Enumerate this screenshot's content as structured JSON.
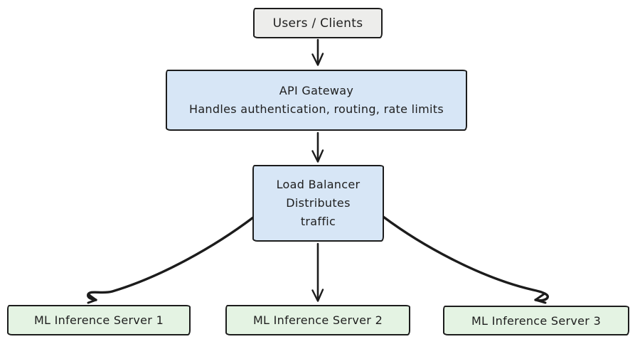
{
  "diagram": {
    "background": "#ffffff",
    "stroke_color": "#1c1c1c",
    "text_color": "#1e1e1e",
    "nodes": {
      "users": {
        "label": "Users / Clients",
        "fill": "#ededeb"
      },
      "gateway": {
        "title": "API Gateway",
        "subtitle": "Handles authentication, routing, rate limits",
        "fill": "#d7e6f6"
      },
      "load_balancer": {
        "title": "Load Balancer",
        "subtitle": "Distributes traffic",
        "fill": "#d7e6f6"
      },
      "server1": {
        "label": "ML Inference Server 1",
        "fill": "#e4f3e3"
      },
      "server2": {
        "label": "ML Inference Server 2",
        "fill": "#e4f3e3"
      },
      "server3": {
        "label": "ML Inference Server 3",
        "fill": "#e4f3e3"
      }
    },
    "edges": [
      {
        "from": "users",
        "to": "gateway"
      },
      {
        "from": "gateway",
        "to": "load_balancer"
      },
      {
        "from": "load_balancer",
        "to": "server1"
      },
      {
        "from": "load_balancer",
        "to": "server2"
      },
      {
        "from": "load_balancer",
        "to": "server3"
      }
    ]
  }
}
